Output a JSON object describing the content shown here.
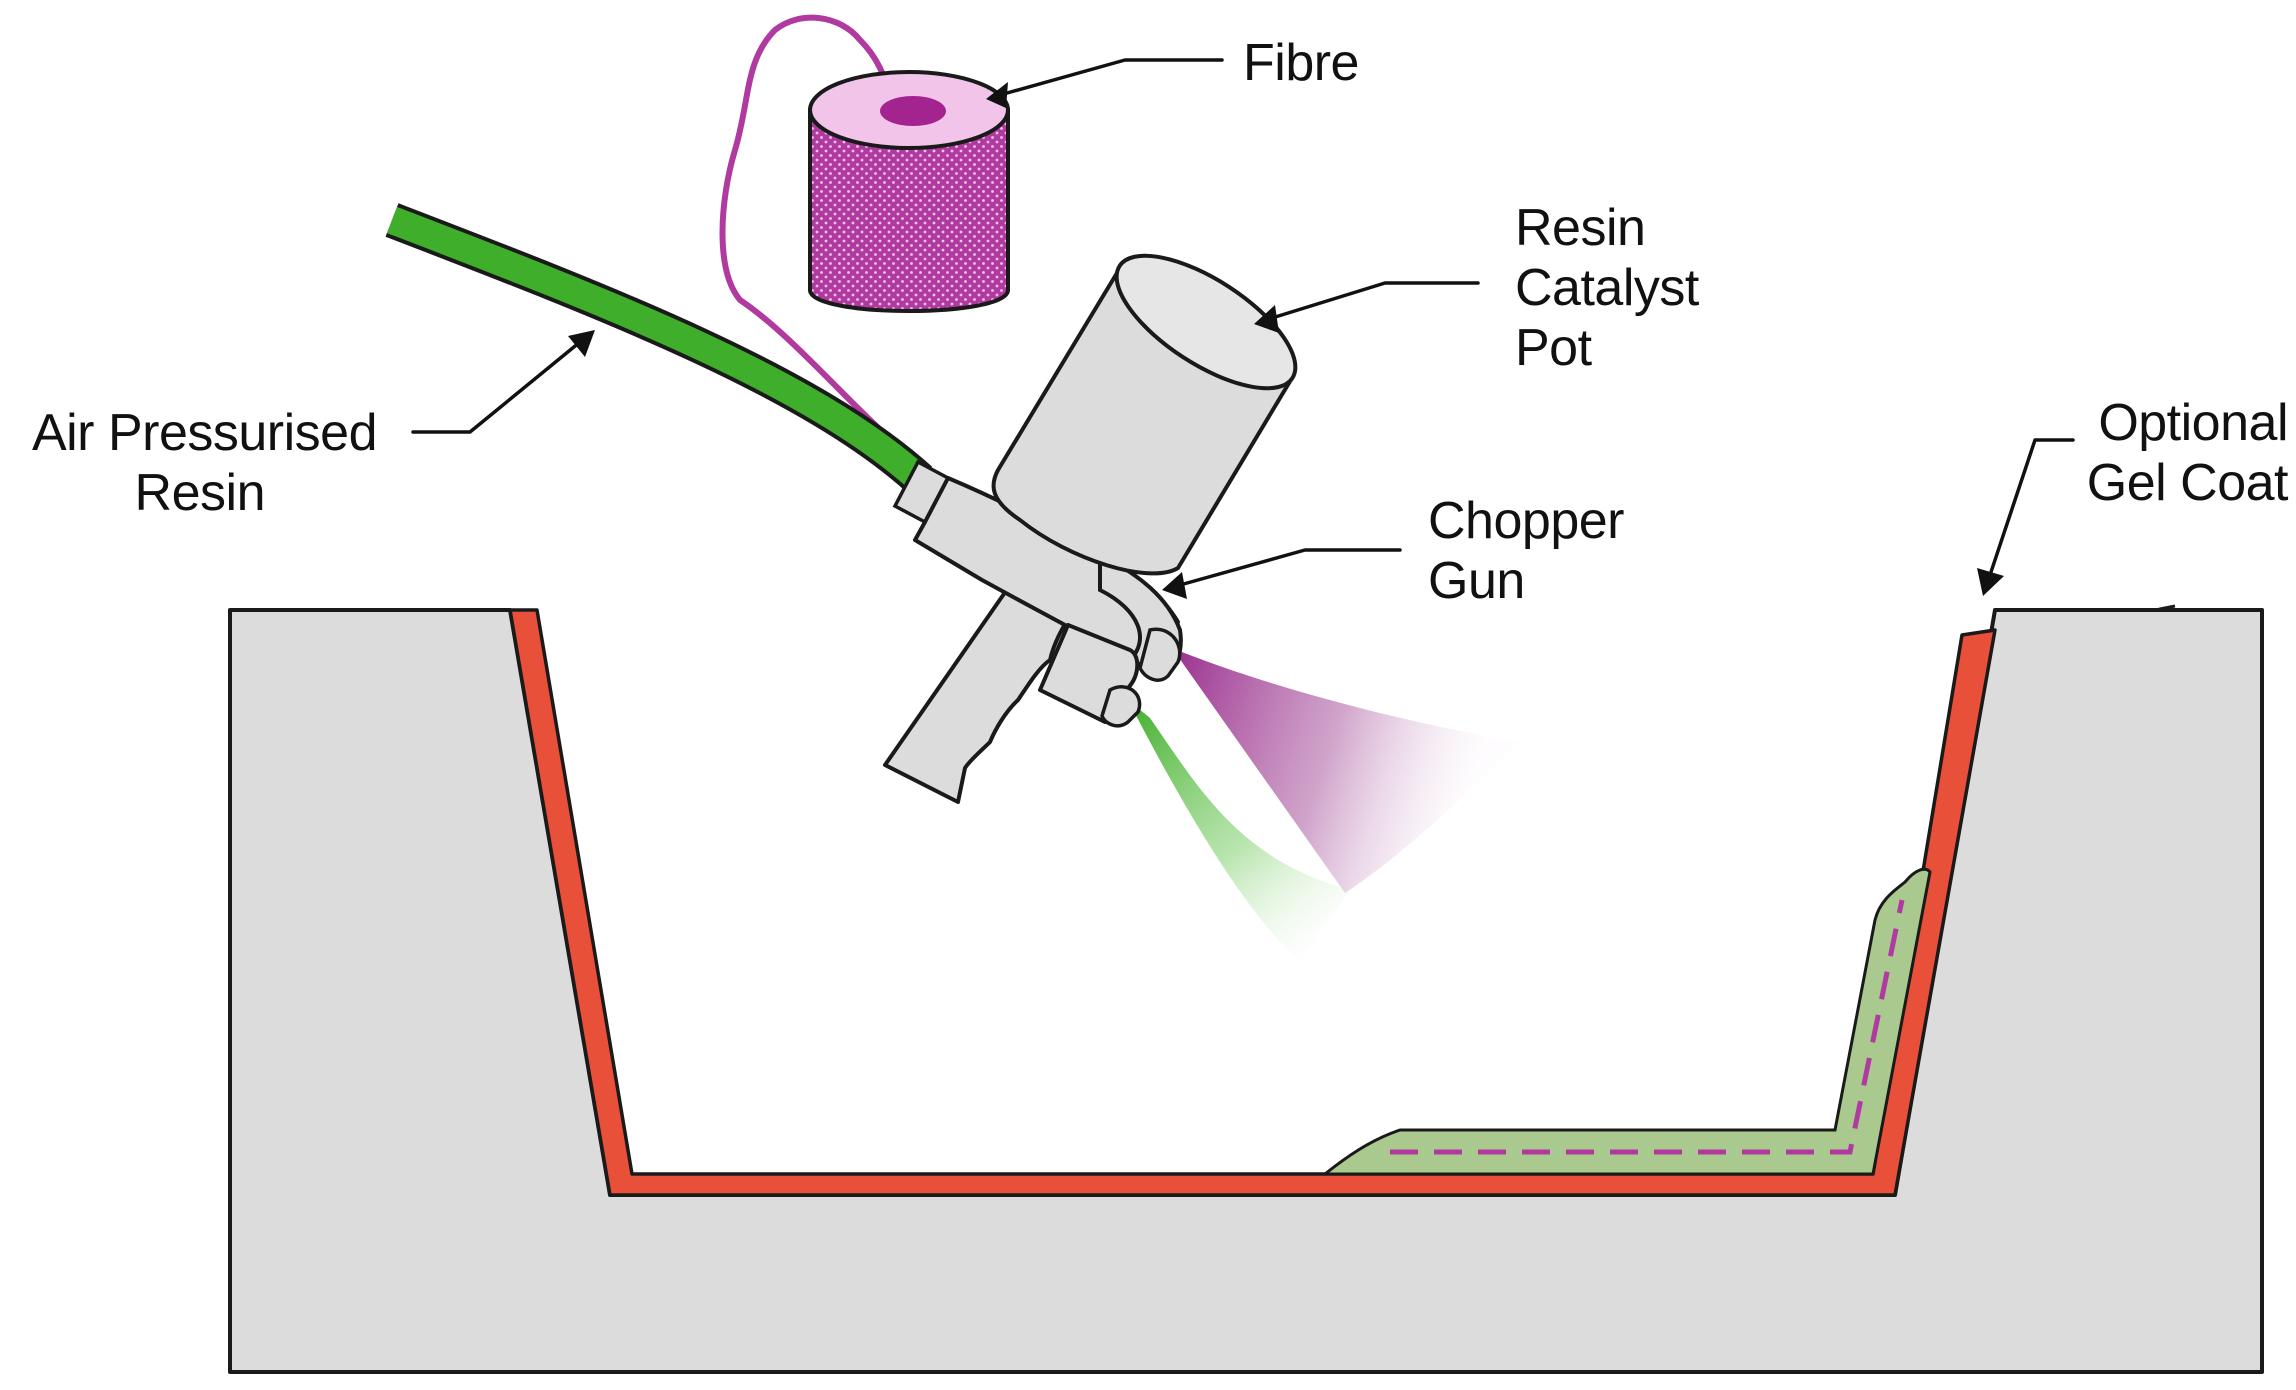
{
  "labels": {
    "fibre": "Fibre",
    "resin_catalyst_pot": [
      "Resin",
      "Catalyst",
      "Pot"
    ],
    "air_pressurised_resin": [
      "Air Pressurised",
      "Resin"
    ],
    "chopper_gun": [
      "Chopper",
      "Gun"
    ],
    "optional_gel_coat": [
      "Optional",
      "Gel Coat"
    ]
  },
  "colors": {
    "mould": "#dcdcdc",
    "gel_coat": "#e8503a",
    "hose": "#3fae2a",
    "fibre_spool": "#b13aa0",
    "fibre_line": "#b13aa0",
    "laminate": "#a9c98f",
    "gun_body": "#dcdcdc",
    "outline": "#1a1a1a"
  }
}
